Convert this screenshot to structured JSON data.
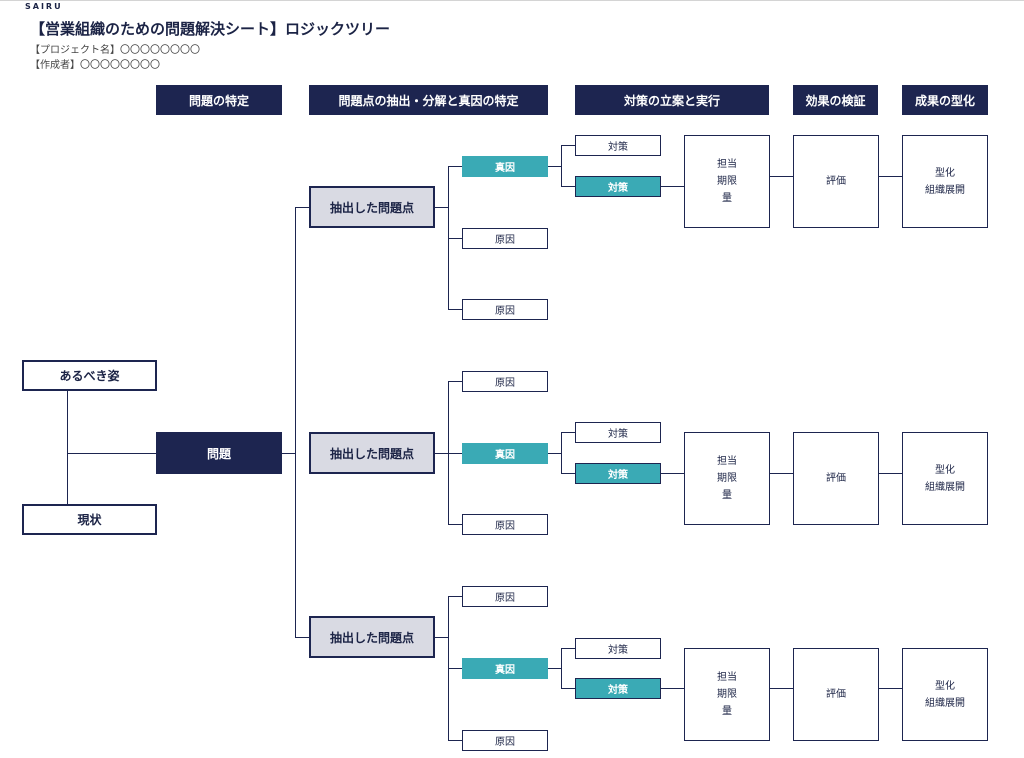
{
  "brand": "SAIRU",
  "title": "【営業組織のための問題解決シート】ロジックツリー",
  "meta": {
    "project": "【プロジェクト名】〇〇〇〇〇〇〇〇",
    "author": "【作成者】〇〇〇〇〇〇〇〇"
  },
  "headers": [
    "問題の特定",
    "問題点の抽出・分解と真因の特定",
    "対策の立案と実行",
    "効果の検証",
    "成果の型化"
  ],
  "left": {
    "ideal": "あるべき姿",
    "current": "現状",
    "problem": "問題"
  },
  "groups": [
    {
      "issue": "抽出した問題点",
      "causes": [
        "真因",
        "原因",
        "原因"
      ],
      "measures": [
        "対策",
        "対策"
      ],
      "execution": [
        "担当",
        "期限",
        "量"
      ],
      "evaluation": "評価",
      "standardization": [
        "型化",
        "組織展開"
      ]
    },
    {
      "issue": "抽出した問題点",
      "causes": [
        "原因",
        "真因",
        "原因"
      ],
      "measures": [
        "対策",
        "対策"
      ],
      "execution": [
        "担当",
        "期限",
        "量"
      ],
      "evaluation": "評価",
      "standardization": [
        "型化",
        "組織展開"
      ]
    },
    {
      "issue": "抽出した問題点",
      "causes": [
        "原因",
        "真因",
        "原因"
      ],
      "measures": [
        "対策",
        "対策"
      ],
      "execution": [
        "担当",
        "期限",
        "量"
      ],
      "evaluation": "評価",
      "standardization": [
        "型化",
        "組織展開"
      ]
    }
  ]
}
